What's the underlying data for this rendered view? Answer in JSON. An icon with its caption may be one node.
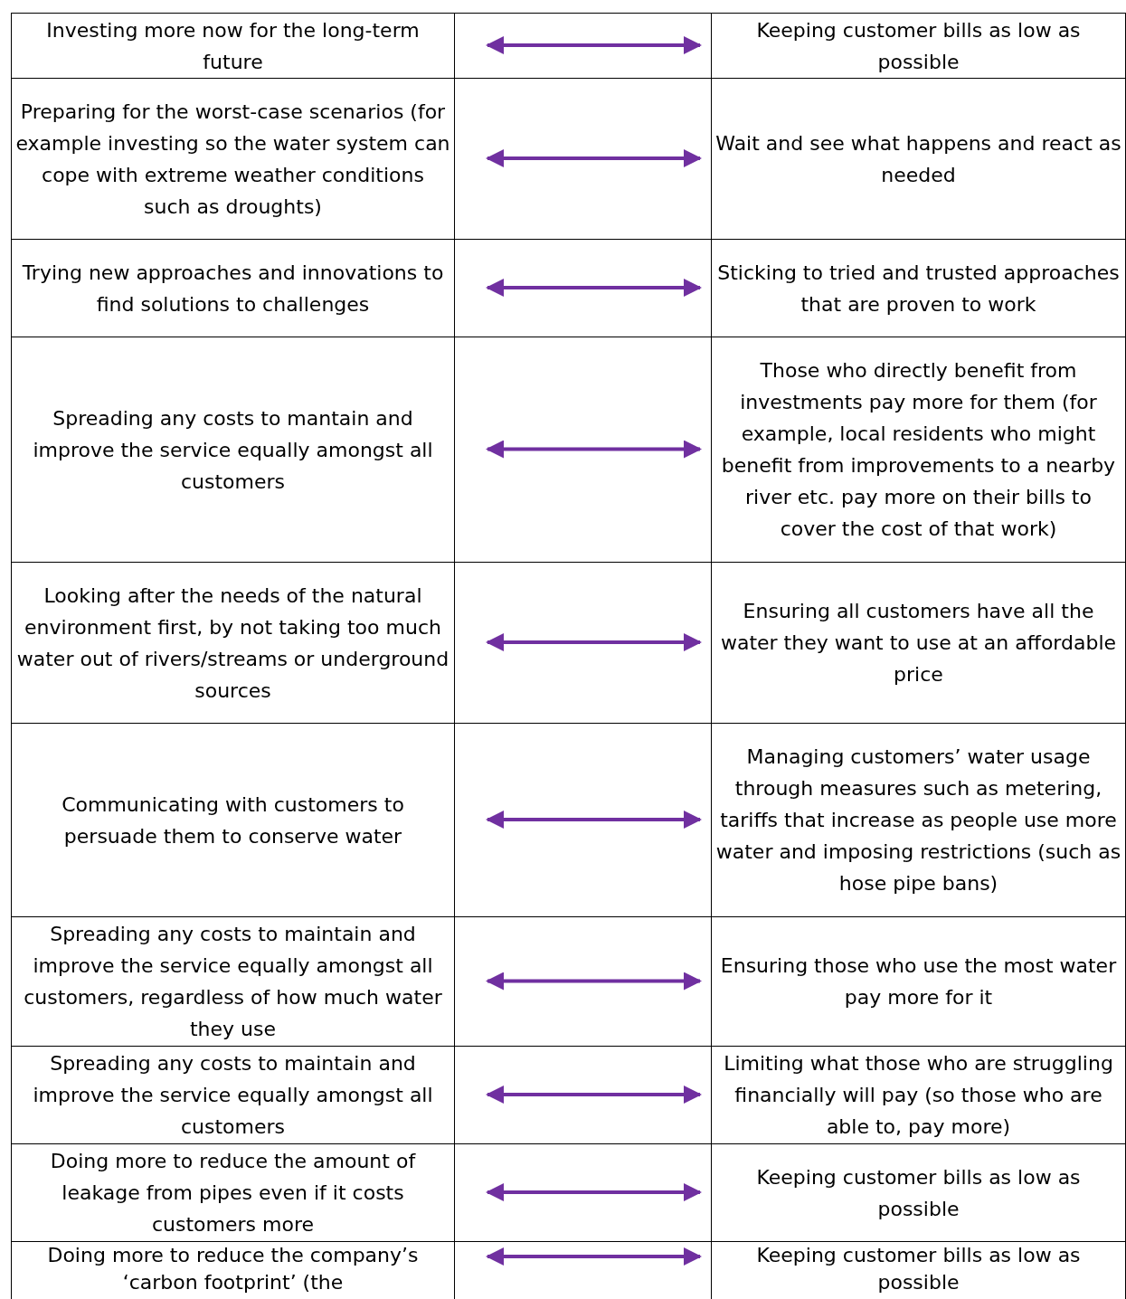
{
  "diagram": {
    "nodes": [
      {
        "text": [
          "Investing more now for the long-term future"
        ]
      },
      {
        "text": [
          "Keeping customer bills as low as possible"
        ]
      },
      {
        "text": [
          "Preparing for the worst-case scenarios (for example investing so the water system can cope with extreme weather conditions such as droughts)"
        ]
      },
      {
        "text": [
          "Wait and see what happens and react as needed"
        ]
      },
      {
        "text": [
          "Trying new approaches and innovations to find solutions to challenges"
        ]
      },
      {
        "text": [
          "Sticking to tried and trusted approaches that are proven to work"
        ]
      },
      {
        "text": [
          "Spreading any costs to mantain and improve the service equally amongst all customers"
        ]
      },
      {
        "text": [
          "Those who directly benefit from investments pay more for them (for example, local residents who might benefit from improvements to a nearby river etc. pay more on their bills to cover the cost of that work)"
        ]
      },
      {
        "text": [
          "Looking after the needs of the natural environment first, by not taking too much water out of rivers/streams or underground sources"
        ]
      },
      {
        "text": [
          "Ensuring all customers have all the water they want to use at an affordable price"
        ]
      },
      {
        "text": [
          "Communicating with customers to persuade them to conserve water"
        ]
      },
      {
        "text": [
          "Managing customers’ water usage through measures such as metering, tariffs that increase as people use more water and imposing restrictions (such as hose pipe bans)"
        ]
      },
      {
        "text": [
          "Spreading any costs to maintain and improve the service equally amongst all customers, regardless of how much water they use"
        ]
      },
      {
        "text": [
          "Ensuring those who use the most water pay more for it"
        ]
      },
      {
        "text": [
          "Spreading any costs to maintain and improve the service equally amongst all customers"
        ]
      },
      {
        "text": [
          "Limiting what those who are struggling financially will pay (so those who are able to, pay more)"
        ]
      },
      {
        "text": [
          "Doing more to reduce the amount of leakage from pipes even if it costs customers more"
        ]
      },
      {
        "text": [
          "Keeping customer bills as low as possible"
        ]
      },
      {
        "text": [
          "Doing more to reduce the company’s ‘carbon footprint’ (the"
        ]
      },
      {
        "text": [
          "Keeping customer bills as low as possible"
        ]
      }
    ],
    "edges": [
      {
        "from": 0,
        "to": 1,
        "arrow": "both",
        "color": "#7030a0"
      },
      {
        "from": 2,
        "to": 3,
        "arrow": "both",
        "color": "#7030a0"
      },
      {
        "from": 4,
        "to": 5,
        "arrow": "both",
        "color": "#7030a0"
      },
      {
        "from": 6,
        "to": 7,
        "arrow": "both",
        "color": "#7030a0"
      },
      {
        "from": 8,
        "to": 9,
        "arrow": "both",
        "color": "#7030a0"
      },
      {
        "from": 10,
        "to": 11,
        "arrow": "both",
        "color": "#7030a0"
      },
      {
        "from": 12,
        "to": 13,
        "arrow": "both",
        "color": "#7030a0"
      },
      {
        "from": 14,
        "to": 15,
        "arrow": "both",
        "color": "#7030a0"
      },
      {
        "from": 16,
        "to": 17,
        "arrow": "both",
        "color": "#7030a0"
      },
      {
        "from": 18,
        "to": 19,
        "arrow": "both",
        "color": "#7030a0"
      }
    ]
  }
}
